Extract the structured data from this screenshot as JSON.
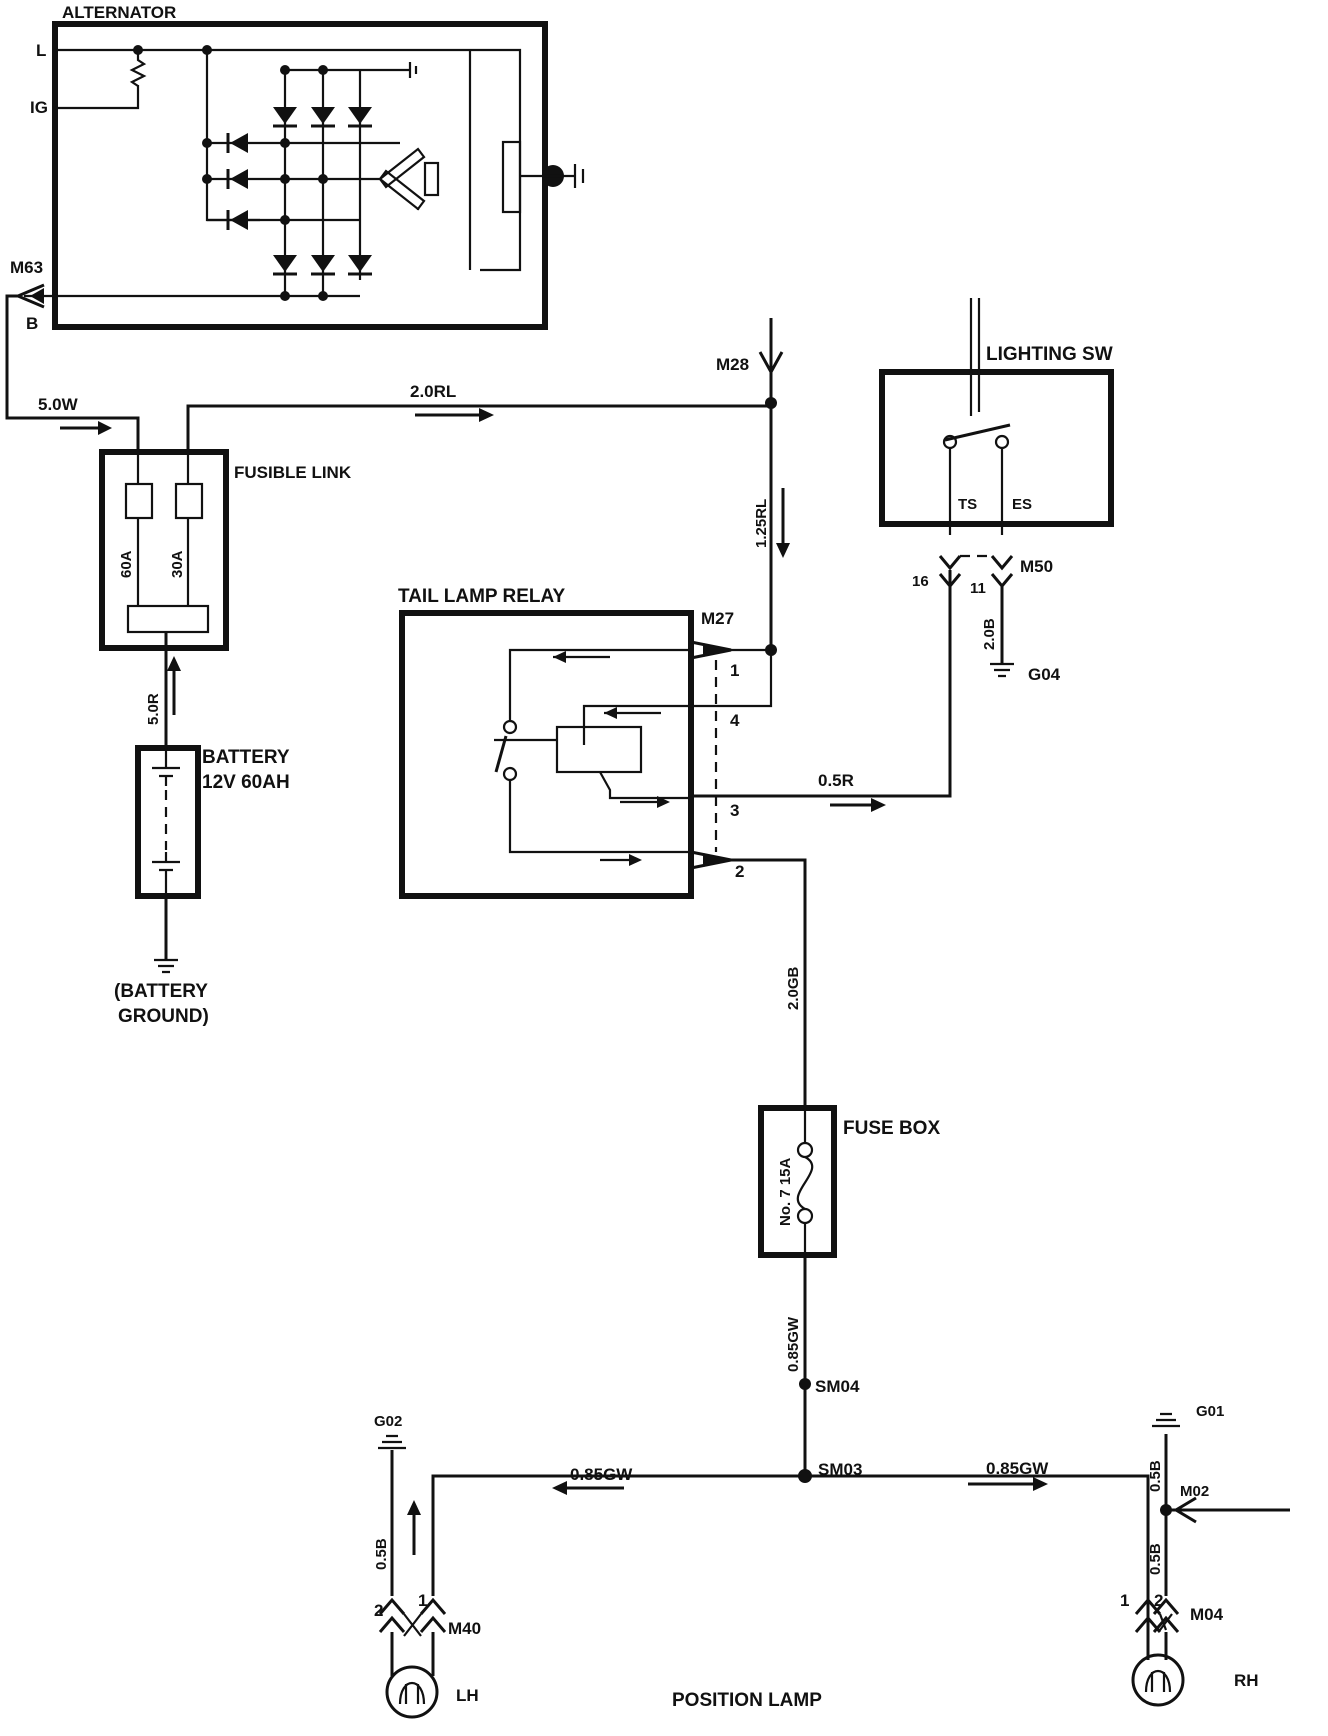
{
  "alternator": {
    "title": "ALTERNATOR",
    "term_l": "L",
    "term_ig": "IG",
    "term_b": "B",
    "connector": "M63"
  },
  "fusible_link": {
    "title": "FUSIBLE LINK",
    "fuse_60": "60A",
    "fuse_30": "30A"
  },
  "battery": {
    "title_line1": "BATTERY",
    "title_line2": "12V 60AH",
    "ground_line1": "(BATTERY",
    "ground_line2": "GROUND)"
  },
  "tail_lamp_relay": {
    "title": "TAIL LAMP RELAY",
    "connector": "M27",
    "pin1": "1",
    "pin2": "2",
    "pin3": "3",
    "pin4": "4"
  },
  "lighting_switch": {
    "title": "LIGHTING SW",
    "ts": "TS",
    "es": "ES",
    "connector": "M50",
    "pin16": "16",
    "pin11": "11",
    "ground": "G04"
  },
  "fuse_box": {
    "title": "FUSE BOX",
    "fuse_label": "No. 7 15A"
  },
  "connectors": {
    "m28": "M28",
    "sm04": "SM04",
    "sm03": "SM03",
    "m02": "M02",
    "m40": "M40",
    "m04": "M04",
    "g01": "G01",
    "g02": "G02"
  },
  "wires": {
    "w_5_0w": "5.0W",
    "w_2_0rl": "2.0RL",
    "w_1_25rl": "1.25RL",
    "w_5_0r": "5.0R",
    "w_0_5r": "0.5R",
    "w_2_0gb": "2.0GB",
    "w_2_0b": "2.0B",
    "w_0_85gw": "0.85GW",
    "w_0_85gw_left": "0.85GW",
    "w_0_85gw_right": "0.85GW",
    "w_0_5b_left": "0.5B",
    "w_0_5b_right_top": "0.5B",
    "w_0_5b_right_bottom": "0.5B"
  },
  "lamps": {
    "lh_label": "LH",
    "rh_label": "RH",
    "lh_pin1": "1",
    "lh_pin2": "2",
    "rh_pin1": "1",
    "rh_pin2": "2",
    "caption": "POSITION LAMP"
  }
}
